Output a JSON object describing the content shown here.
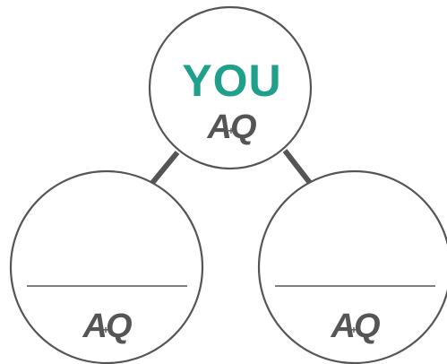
{
  "colors": {
    "accent": "#1fa08a",
    "stroke": "#555555",
    "logo": "#555555",
    "background": "#ffffff"
  },
  "diagram": {
    "top_node": {
      "label": "YOU",
      "logo_text": "AQ"
    },
    "left_node": {
      "logo_text": "AQ"
    },
    "right_node": {
      "logo_text": "AQ"
    }
  }
}
